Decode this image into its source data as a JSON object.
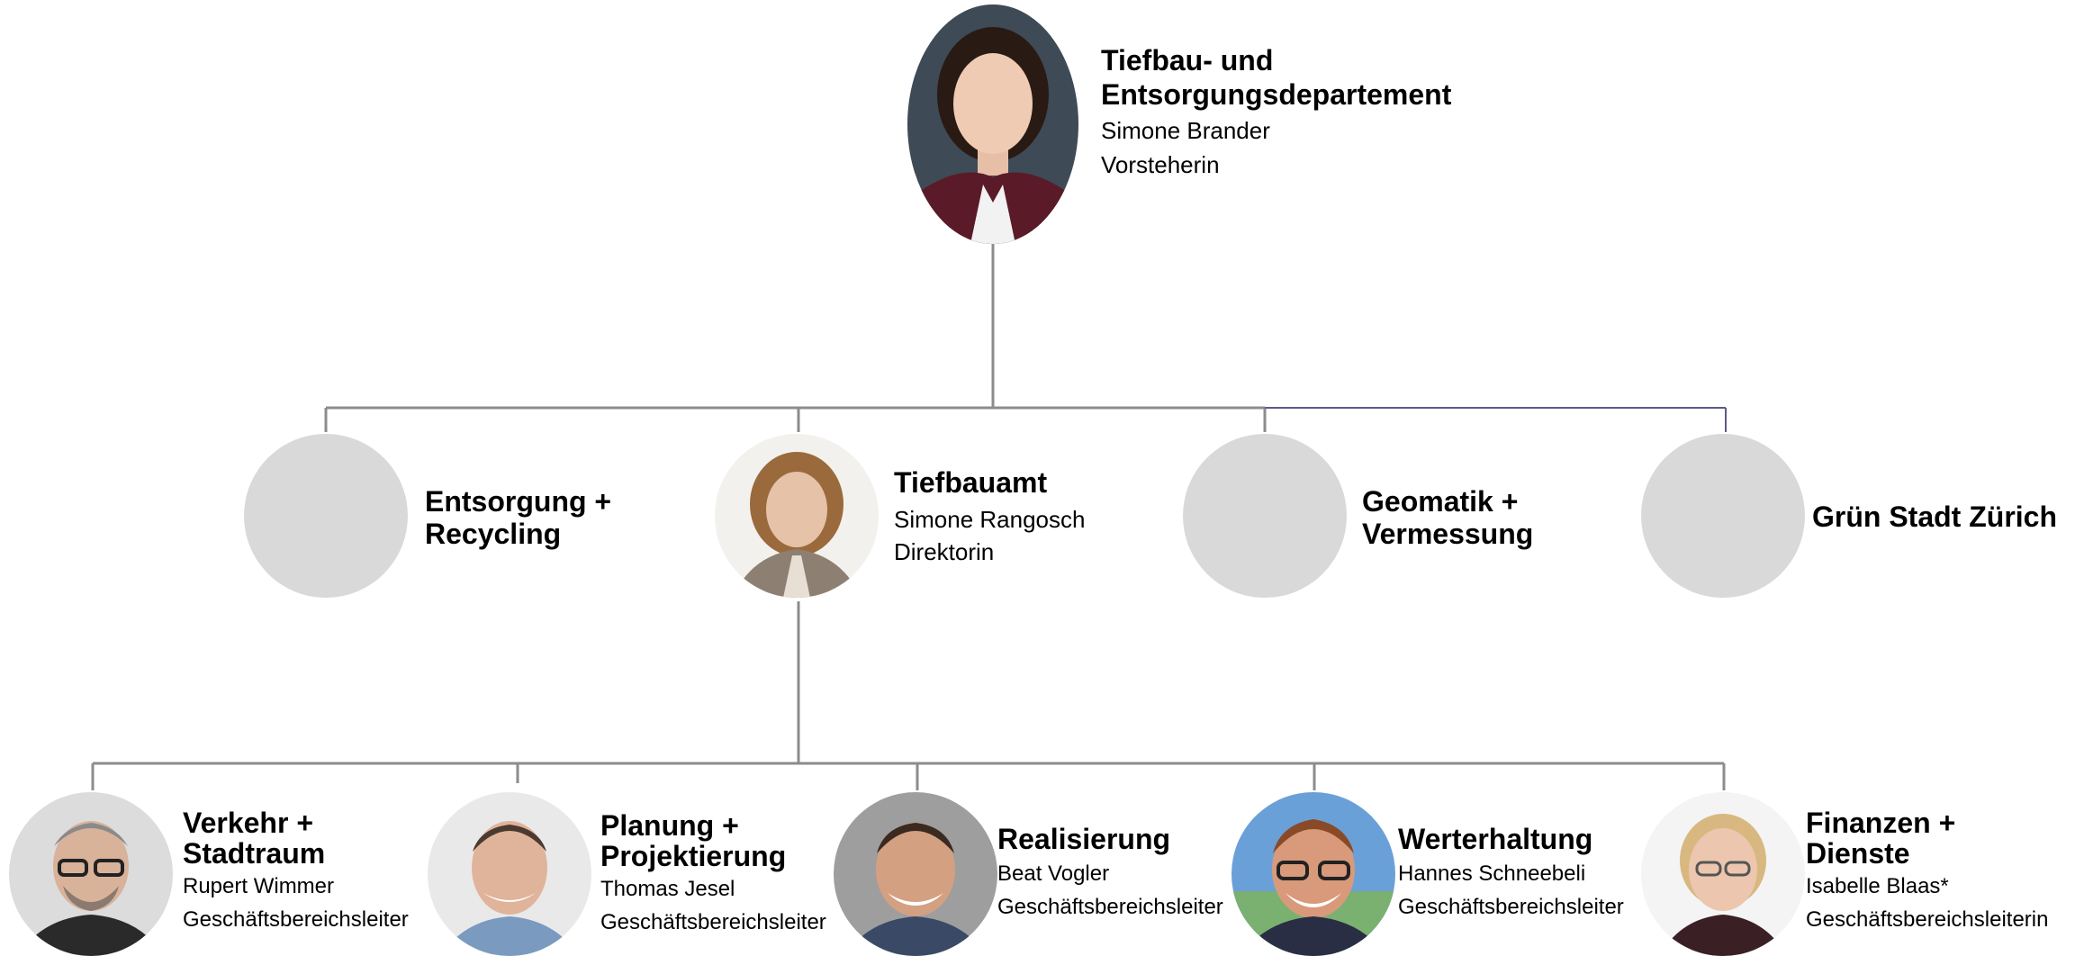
{
  "top": {
    "title": "Tiefbau- und\nEntsorgungsdepartement",
    "name": "Simone Brander",
    "role": "Vorsteherin"
  },
  "level2": [
    {
      "title": "Entsorgung +\nRecycling",
      "name": "",
      "role": ""
    },
    {
      "title": "Tiefbauamt",
      "name": "Simone Rangosch",
      "role": "Direktorin"
    },
    {
      "title": "Geomatik +\nVermessung",
      "name": "",
      "role": ""
    },
    {
      "title": "Grün Stadt Zürich",
      "name": "",
      "role": ""
    }
  ],
  "level3": [
    {
      "title": "Verkehr +\nStadtraum",
      "name": "Rupert Wimmer",
      "role": "Geschäftsbereichsleiter"
    },
    {
      "title": "Planung +\nProjektierung",
      "name": "Thomas Jesel",
      "role": "Geschäftsbereichsleiter"
    },
    {
      "title": "Realisierung",
      "name": "Beat Vogler",
      "role": "Geschäftsbereichsleiter"
    },
    {
      "title": "Werterhaltung",
      "name": "Hannes Schneebeli",
      "role": "Geschäftsbereichsleiter"
    },
    {
      "title": "Finanzen +\nDienste",
      "name": "Isabelle Blaas*",
      "role": "Geschäftsbereichsleiterin"
    }
  ],
  "colors": {
    "connector": "#8c8c8c",
    "connector_accent": "#5a5a8c",
    "placeholder": "#d9d9d9"
  }
}
